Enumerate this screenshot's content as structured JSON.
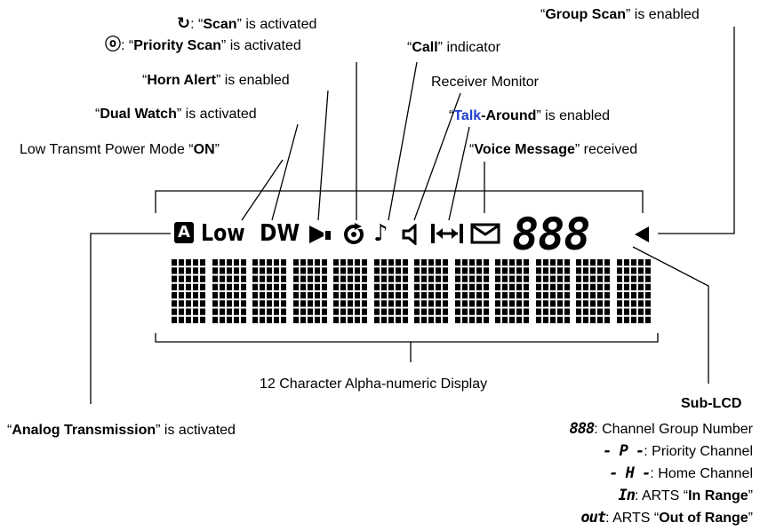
{
  "labels": {
    "scan": {
      "sym": "↻",
      "pre": ": “",
      "bold": "Scan",
      "post": "” is activated"
    },
    "priority_scan": {
      "sym": "ⓞ",
      "pre": ": “",
      "bold": "Priority Scan",
      "post": "” is activated"
    },
    "horn_alert": {
      "pre": "“",
      "bold": "Horn Alert",
      "post": "” is enabled"
    },
    "dual_watch": {
      "pre": "“",
      "bold": "Dual Watch",
      "post": "” is activated"
    },
    "low_power": {
      "pre": "Low Transmt Power Mode “",
      "bold": "ON",
      "post": "”"
    },
    "call": {
      "pre": "“",
      "bold": "Call",
      "post": "” indicator"
    },
    "receiver_monitor": "Receiver Monitor",
    "talk_around": {
      "pre": "“",
      "talk": "Talk",
      "bold": "-Around",
      "post": "” is enabled"
    },
    "voice_message": {
      "pre": "“",
      "bold": "Voice Message",
      "post": "” received"
    },
    "group_scan": {
      "pre": "“",
      "bold": "Group Scan",
      "post": "” is enabled"
    },
    "analog_tx": {
      "pre": "“",
      "bold": "Analog Transmission",
      "post": "” is activated"
    },
    "alpha_display": "12 Character Alpha-numeric Display"
  },
  "lcd": {
    "analog_icon": "A",
    "low": "Low",
    "dw": "DW",
    "digits": "888",
    "matrix_count": 12
  },
  "sub_lcd": {
    "title": "Sub-LCD",
    "items": [
      {
        "code": "888",
        "text": ": Channel Group Number"
      },
      {
        "code": "- P -",
        "text": ": Priority Channel"
      },
      {
        "code": "- H -",
        "text": ": Home Channel"
      },
      {
        "code": "In",
        "text": ": ARTS “",
        "bold": "In Range",
        "post": "”"
      },
      {
        "code": "out",
        "text": ": ARTS “",
        "bold": "Out of Range",
        "post": "”"
      }
    ]
  }
}
